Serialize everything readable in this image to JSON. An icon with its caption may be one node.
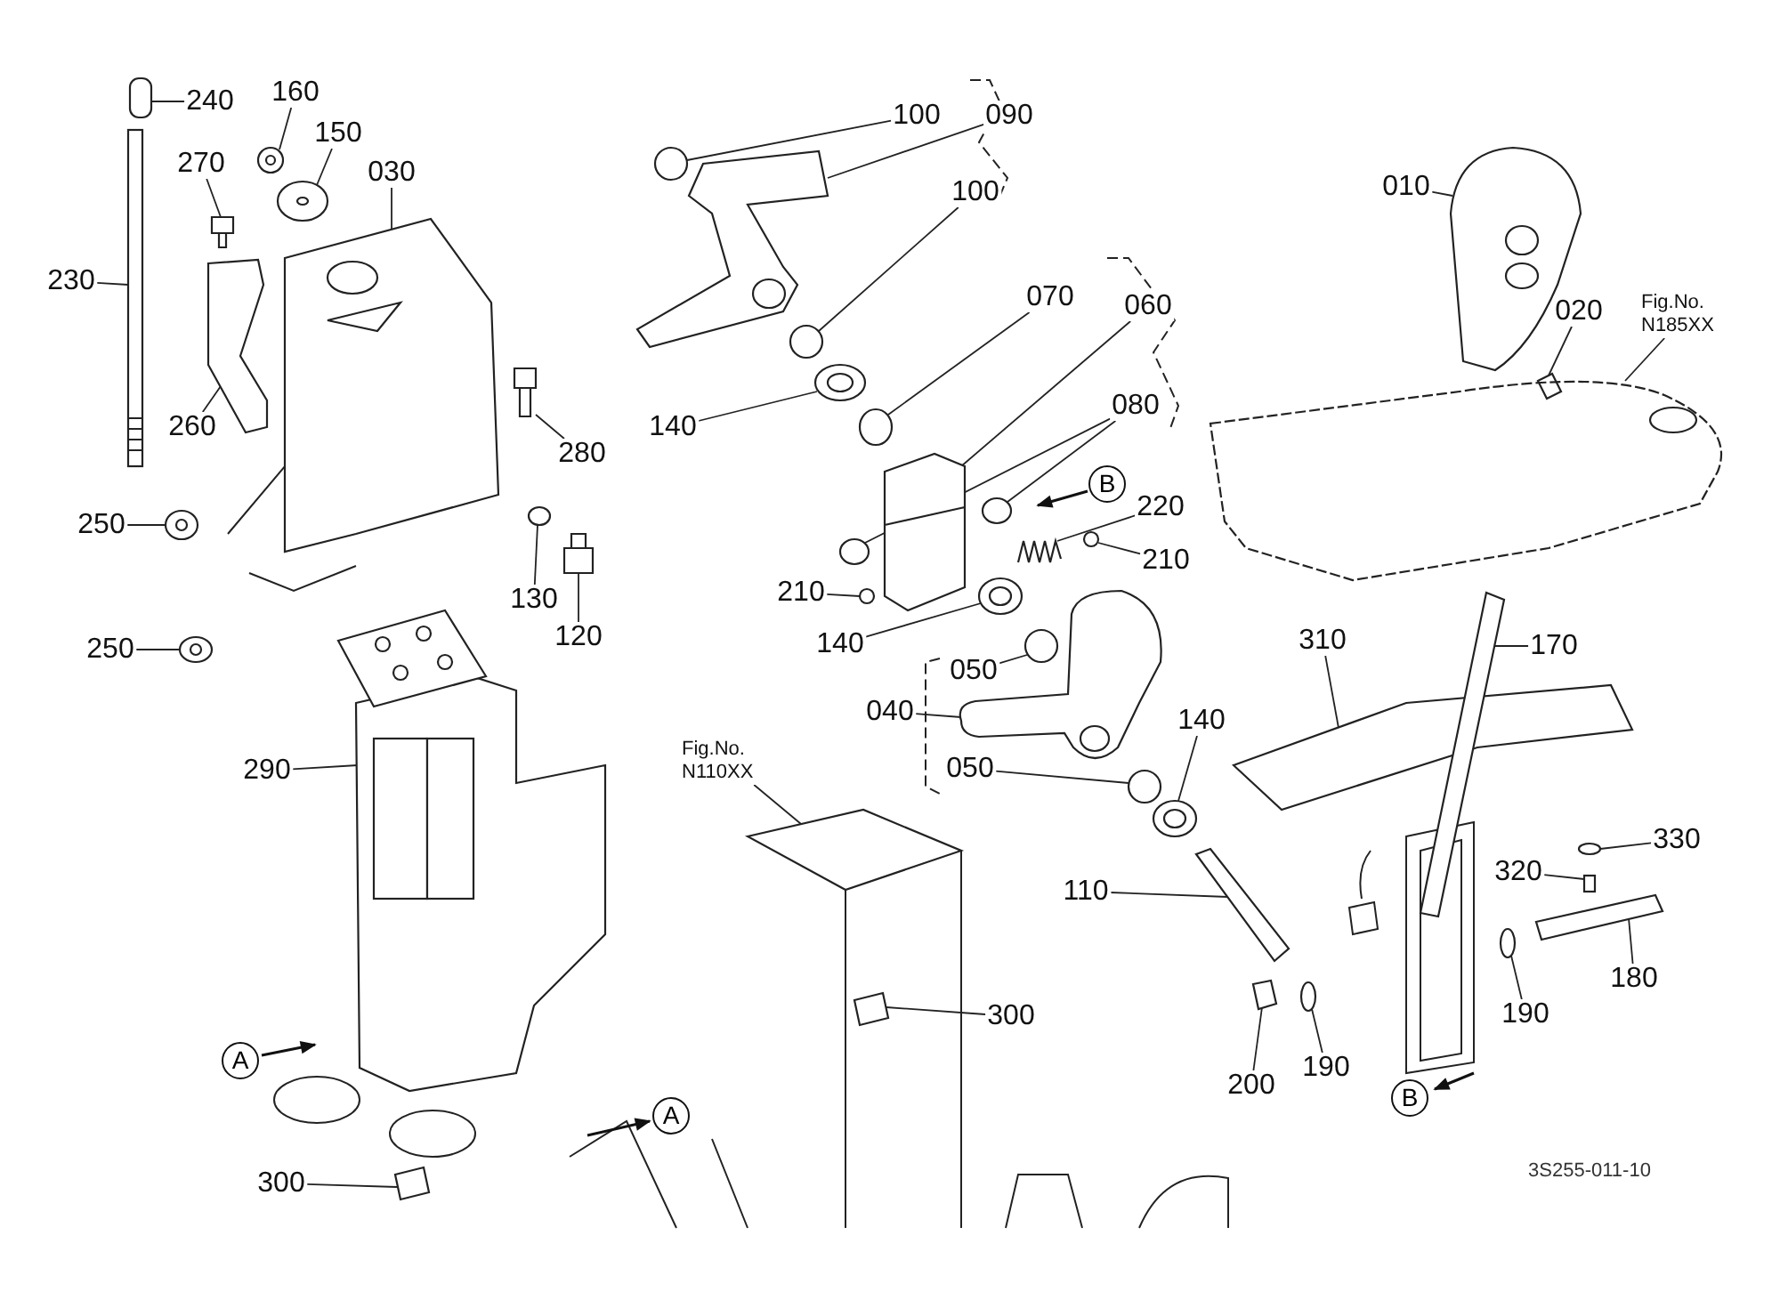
{
  "diagram": {
    "nodes": [
      {
        "text": [
          "240"
        ]
      },
      {
        "text": [
          "160"
        ]
      },
      {
        "text": [
          "150"
        ]
      },
      {
        "text": [
          "270"
        ]
      },
      {
        "text": [
          "030"
        ]
      },
      {
        "text": [
          "230"
        ]
      },
      {
        "text": [
          "260"
        ]
      },
      {
        "text": [
          "280"
        ]
      },
      {
        "text": [
          "250"
        ]
      },
      {
        "text": [
          "130"
        ]
      },
      {
        "text": [
          "120"
        ]
      },
      {
        "text": [
          "250"
        ]
      },
      {
        "text": [
          "290"
        ]
      },
      {
        "text": [
          "100"
        ]
      },
      {
        "text": [
          "090"
        ]
      },
      {
        "text": [
          "100"
        ]
      },
      {
        "text": [
          "070"
        ]
      },
      {
        "text": [
          "060"
        ]
      },
      {
        "text": [
          "140"
        ]
      },
      {
        "text": [
          "080"
        ]
      },
      {
        "text": [
          "220"
        ]
      },
      {
        "text": [
          "210"
        ]
      },
      {
        "text": [
          "210"
        ]
      },
      {
        "text": [
          "140"
        ]
      },
      {
        "text": [
          "050"
        ]
      },
      {
        "text": [
          "040"
        ]
      },
      {
        "text": [
          "050"
        ]
      },
      {
        "text": [
          "140"
        ]
      },
      {
        "text": [
          "110"
        ]
      },
      {
        "text": [
          "010"
        ]
      },
      {
        "text": [
          "020"
        ]
      },
      {
        "text": [
          "Fig.No. N185XX"
        ]
      },
      {
        "text": [
          "310"
        ]
      },
      {
        "text": [
          "170"
        ]
      },
      {
        "text": [
          "Fig.No. N110XX"
        ]
      },
      {
        "text": [
          "330"
        ]
      },
      {
        "text": [
          "320"
        ]
      },
      {
        "text": [
          "180"
        ]
      },
      {
        "text": [
          "190"
        ]
      },
      {
        "text": [
          "300"
        ]
      },
      {
        "text": [
          "200"
        ]
      },
      {
        "text": [
          "190"
        ]
      },
      {
        "text": [
          "300"
        ]
      },
      {
        "text": [],
        "shape": "picture"
      },
      {
        "text": [],
        "shape": "picture"
      },
      {
        "text": [],
        "shape": "picture"
      },
      {
        "text": [],
        "shape": "picture"
      },
      {
        "text": [],
        "shape": "picture"
      },
      {
        "text": [],
        "shape": "picture"
      },
      {
        "text": [],
        "shape": "picture"
      },
      {
        "text": [],
        "shape": "picture"
      },
      {
        "text": [],
        "shape": "picture"
      },
      {
        "text": [],
        "shape": "circle"
      },
      {
        "text": [],
        "shape": "picture"
      },
      {
        "text": [],
        "shape": "picture"
      },
      {
        "text": [],
        "shape": "picture"
      },
      {
        "text": [],
        "shape": "circle"
      },
      {
        "text": [],
        "shape": "picture"
      },
      {
        "text": [],
        "shape": "circle"
      },
      {
        "text": [],
        "shape": "circle"
      },
      {
        "text": [],
        "shape": "picture"
      },
      {
        "text": [],
        "shape": "picture"
      },
      {
        "text": [],
        "shape": "circle"
      },
      {
        "text": [],
        "shape": "circle"
      },
      {
        "text": [],
        "shape": "picture"
      },
      {
        "text": [],
        "shape": "circle"
      },
      {
        "text": [],
        "shape": "circle"
      },
      {
        "text": [],
        "shape": "picture"
      },
      {
        "text": [],
        "shape": "circle"
      },
      {
        "text": [],
        "shape": "picture"
      },
      {
        "text": [],
        "shape": "circle"
      },
      {
        "text": [],
        "shape": "picture"
      },
      {
        "text": [],
        "shape": "picture"
      },
      {
        "text": [],
        "shape": "picture"
      },
      {
        "text": [],
        "shape": "picture"
      },
      {
        "text": [],
        "shape": "picture"
      },
      {
        "text": [],
        "shape": "picture"
      },
      {
        "text": [],
        "shape": "picture"
      },
      {
        "text": [],
        "shape": "picture"
      },
      {
        "text": [],
        "shape": "circle"
      },
      {
        "text": [],
        "shape": "box"
      },
      {
        "text": [],
        "shape": "picture"
      },
      {
        "text": [],
        "shape": "circle"
      },
      {
        "text": [],
        "shape": "picture"
      },
      {
        "text": [],
        "shape": "picture"
      },
      {
        "text": [],
        "shape": "circle"
      },
      {
        "text": [],
        "shape": "picture"
      }
    ],
    "edges": [
      {
        "from": 0,
        "to": 43,
        "arrow": "none"
      },
      {
        "from": 1,
        "to": 44,
        "arrow": "none"
      },
      {
        "from": 2,
        "to": 45,
        "arrow": "none"
      },
      {
        "from": 3,
        "to": 46,
        "arrow": "none"
      },
      {
        "from": 4,
        "to": 47,
        "arrow": "none"
      },
      {
        "from": 5,
        "to": 48,
        "arrow": "none"
      },
      {
        "from": 6,
        "to": 49,
        "arrow": "none"
      },
      {
        "from": 7,
        "to": 50,
        "arrow": "none"
      },
      {
        "from": 8,
        "to": 51,
        "arrow": "none"
      },
      {
        "from": 9,
        "to": 52,
        "arrow": "none"
      },
      {
        "from": 10,
        "to": 53,
        "arrow": "none"
      },
      {
        "from": 11,
        "to": 54,
        "arrow": "none"
      },
      {
        "from": 12,
        "to": 55,
        "arrow": "none"
      },
      {
        "from": 13,
        "to": 56,
        "arrow": "none"
      },
      {
        "from": 14,
        "to": 57,
        "arrow": "none"
      },
      {
        "from": 15,
        "to": 58,
        "arrow": "none"
      },
      {
        "from": 16,
        "to": 59,
        "arrow": "none"
      },
      {
        "from": 17,
        "to": 60,
        "arrow": "none"
      },
      {
        "from": 18,
        "to": 61,
        "arrow": "none"
      },
      {
        "from": 19,
        "to": 62,
        "arrow": "none"
      },
      {
        "from": 19,
        "to": 63,
        "arrow": "none"
      },
      {
        "from": 20,
        "to": 64,
        "arrow": "none"
      },
      {
        "from": 21,
        "to": 65,
        "arrow": "none"
      },
      {
        "from": 22,
        "to": 66,
        "arrow": "none"
      },
      {
        "from": 23,
        "to": 67,
        "arrow": "none"
      },
      {
        "from": 24,
        "to": 68,
        "arrow": "none"
      },
      {
        "from": 25,
        "to": 69,
        "arrow": "none"
      },
      {
        "from": 26,
        "to": 70,
        "arrow": "none"
      },
      {
        "from": 27,
        "to": 71,
        "arrow": "none"
      },
      {
        "from": 28,
        "to": 72,
        "arrow": "none"
      },
      {
        "from": 29,
        "to": 73,
        "arrow": "none"
      },
      {
        "from": 30,
        "to": 74,
        "arrow": "none"
      },
      {
        "from": 31,
        "to": 75,
        "arrow": "none"
      },
      {
        "from": 32,
        "to": 76,
        "arrow": "none"
      },
      {
        "from": 33,
        "to": 77,
        "arrow": "none"
      },
      {
        "from": 34,
        "to": 78,
        "arrow": "none"
      },
      {
        "from": 35,
        "to": 79,
        "arrow": "none"
      },
      {
        "from": 36,
        "to": 80,
        "arrow": "none"
      },
      {
        "from": 37,
        "to": 81,
        "arrow": "none"
      },
      {
        "from": 38,
        "to": 82,
        "arrow": "none"
      },
      {
        "from": 39,
        "to": 83,
        "arrow": "none"
      },
      {
        "from": 40,
        "to": 84,
        "arrow": "none"
      },
      {
        "from": 41,
        "to": 85,
        "arrow": "none"
      },
      {
        "from": 42,
        "to": 86,
        "arrow": "none"
      }
    ],
    "labels": [
      "B",
      "A",
      "B",
      "A",
      "3S255-011-10"
    ]
  }
}
